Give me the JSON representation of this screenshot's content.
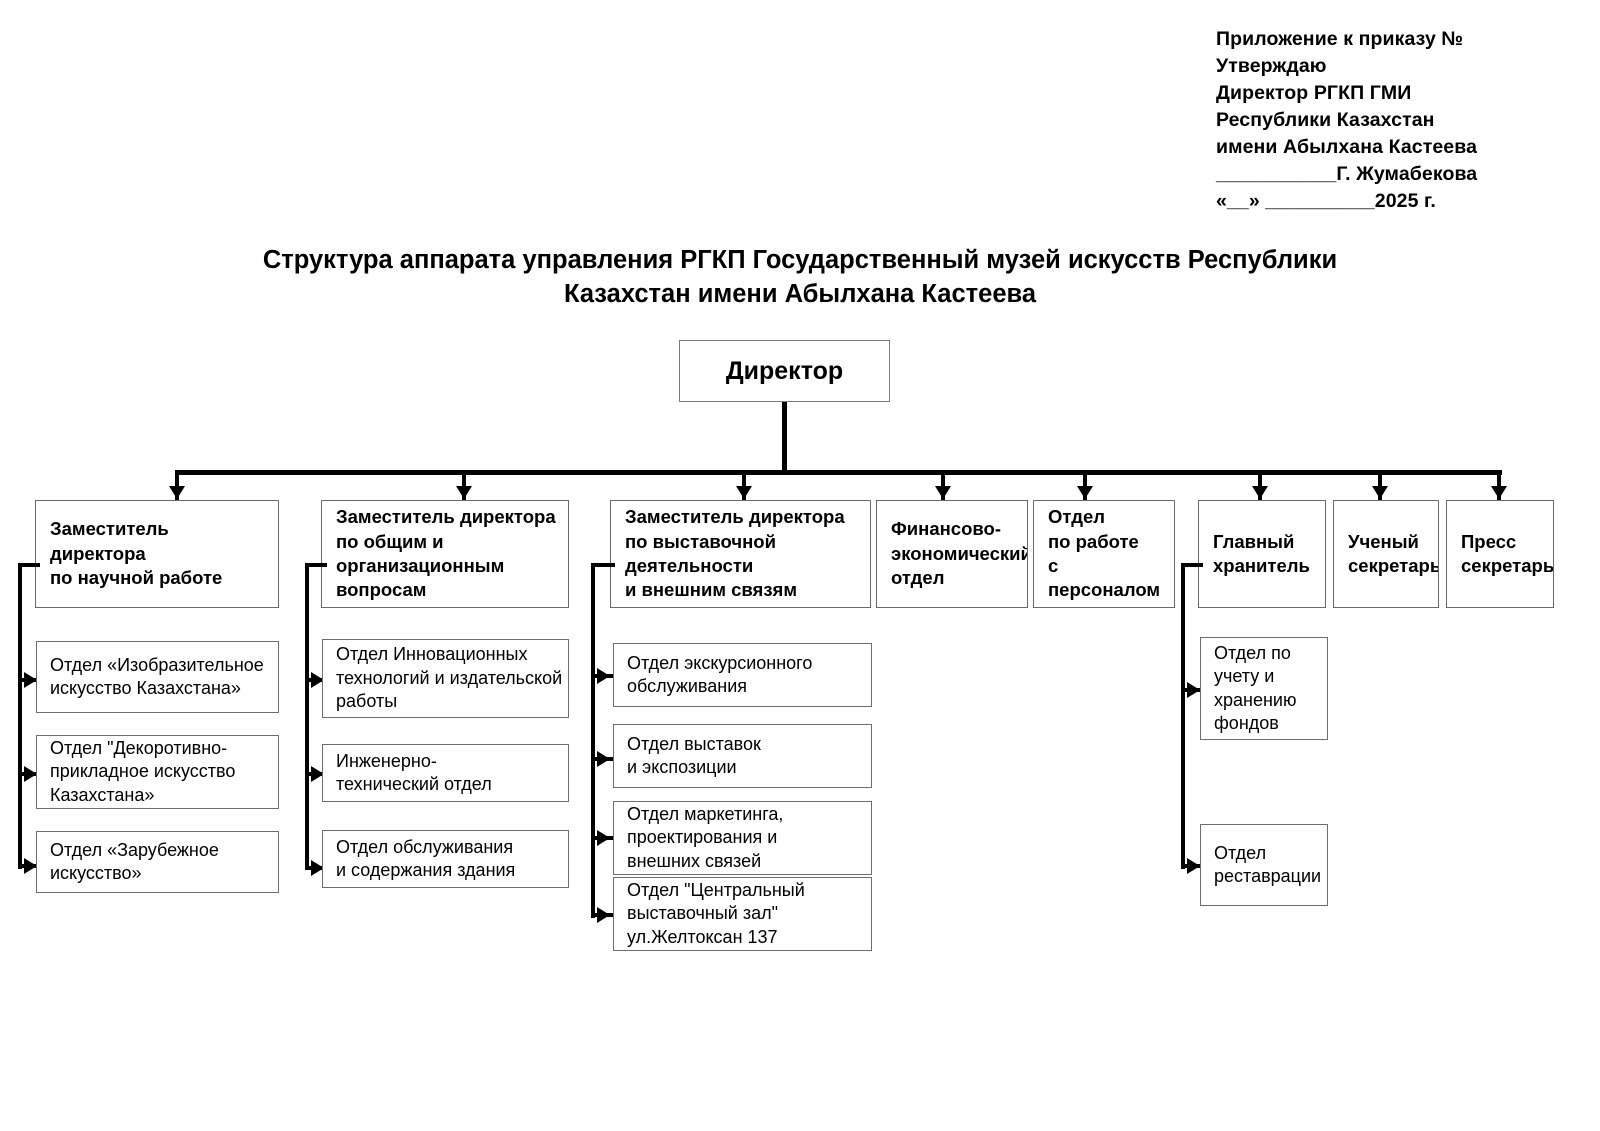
{
  "document": {
    "approval_text": "Приложение к приказу №\nУтверждаю\nДиректор РГКП ГМИ\nРеспублики Казахстан\nимени Абылхана Кастеева\n___________Г. Жумабекова\n«__» __________2025 г.",
    "title": "Структура аппарата управления РГКП Государственный музей искусств\nРеспублики Казахстан имени Абылхана Кастеева"
  },
  "chart_data": {
    "type": "diagram",
    "diagram_kind": "organizational-chart",
    "orientation": "top-down",
    "root": {
      "id": "director",
      "label": "Директор"
    },
    "level1": [
      {
        "id": "deputy-science",
        "label": "Заместитель\nдиректора\nпо научной работе",
        "children": [
          {
            "id": "dept-fine-art-kz",
            "label": "Отдел «Изобразительное\nискусство Казахстана»"
          },
          {
            "id": "dept-decorative-art-kz",
            "label": "Отдел \"Декоротивно-\nприкладное искусство\nКазахстана»"
          },
          {
            "id": "dept-foreign-art",
            "label": "Отдел «Зарубежное\nискусство»"
          }
        ]
      },
      {
        "id": "deputy-general-org",
        "label": "Заместитель директора\nпо общим и\nорганизационным\nвопросам",
        "children": [
          {
            "id": "dept-innovation-publishing",
            "label": "Отдел Инновационных\nтехнологий и издательской\nработы"
          },
          {
            "id": "dept-engineering-technical",
            "label": "Инженерно-\nтехнический отдел"
          },
          {
            "id": "dept-building-maintenance",
            "label": "Отдел обслуживания\nи содержания здания"
          }
        ]
      },
      {
        "id": "deputy-exhibitions-external",
        "label": "Заместитель директора\nпо выставочной\nдеятельности\nи внешним связям",
        "children": [
          {
            "id": "dept-excursion-service",
            "label": "Отдел экскурсионного\n обслуживания"
          },
          {
            "id": "dept-exhibitions-exposition",
            "label": "Отдел выставок\nи экспозиции"
          },
          {
            "id": "dept-marketing-design-external",
            "label": "Отдел маркетинга,\nпроектирования и\nвнешних связей"
          },
          {
            "id": "dept-central-exhibition-hall",
            "label": "Отдел \"Центральный\n выставочный зал\"\nул.Желтоксан 137"
          }
        ]
      },
      {
        "id": "dept-finance-economic",
        "label": "Финансово-\nэкономический\nотдел",
        "children": []
      },
      {
        "id": "dept-personnel",
        "label": "Отдел\nпо работе\nс персоналом",
        "children": []
      },
      {
        "id": "chief-custodian",
        "label": "Главный\nхранитель",
        "children": [
          {
            "id": "dept-accounting-storage-funds",
            "label": "Отдел по\nучету и\nхранению\nфондов"
          },
          {
            "id": "dept-restoration",
            "label": "Отдел\nреставрации"
          }
        ]
      },
      {
        "id": "academic-secretary",
        "label": "Ученый\nсекретарь",
        "children": []
      },
      {
        "id": "press-secretary",
        "label": "Пресс\nсекретарь",
        "children": []
      }
    ],
    "colors": {
      "box_border": "#6a6a6a",
      "connector": "#000000",
      "text": "#000000",
      "background": "#ffffff"
    }
  }
}
